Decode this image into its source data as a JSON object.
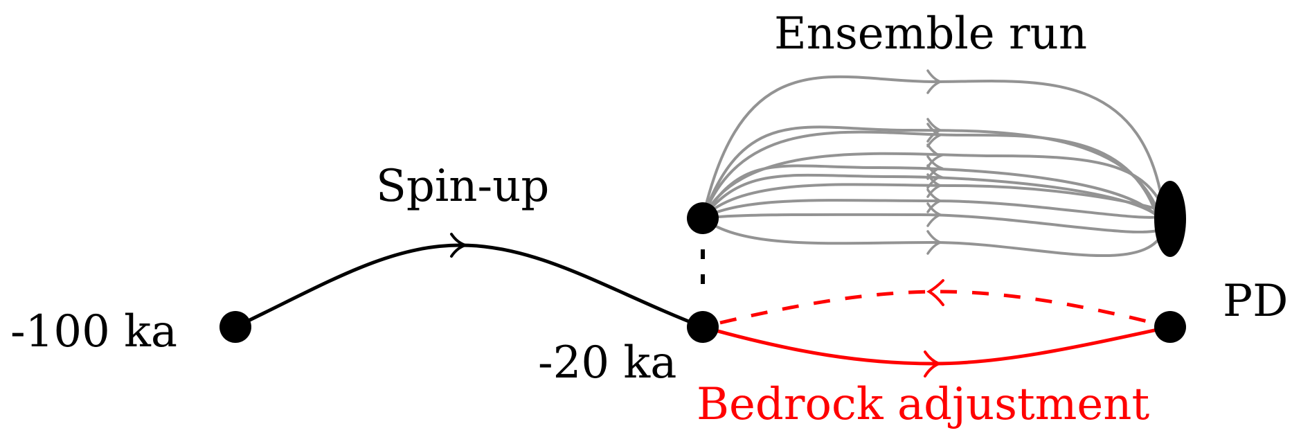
{
  "labels": {
    "title_ensemble": "Ensemble run",
    "spin_up": "Spin-up",
    "start_time": "-100 ka",
    "mid_time": "-20 ka",
    "end_time": "PD",
    "bedrock": "Bedrock adjustment"
  },
  "colors": {
    "spin_up": "#000000",
    "ensemble": "#939393",
    "bedrock": "#ff0000",
    "node": "#000000"
  },
  "nodes": [
    {
      "id": "start",
      "label": "-100 ka"
    },
    {
      "id": "mid-bottom",
      "label": "-20 ka"
    },
    {
      "id": "mid-top",
      "label": ""
    },
    {
      "id": "ensemble-end",
      "label": ""
    },
    {
      "id": "pd",
      "label": "PD"
    }
  ],
  "edges": [
    {
      "from": "start",
      "to": "mid-bottom",
      "label": "Spin-up",
      "style": "solid",
      "color": "spin_up"
    },
    {
      "from": "mid-bottom",
      "to": "mid-top",
      "label": "",
      "style": "dashed",
      "color": "spin_up"
    },
    {
      "from": "mid-bottom",
      "to": "pd",
      "label": "Bedrock adjustment",
      "style": "solid",
      "color": "bedrock"
    },
    {
      "from": "pd",
      "to": "mid-bottom",
      "label": "",
      "style": "dashed",
      "color": "bedrock"
    },
    {
      "from": "mid-top",
      "to": "ensemble-end",
      "label": "Ensemble run",
      "style": "solid-bundle",
      "color": "ensemble",
      "count": 10
    }
  ]
}
